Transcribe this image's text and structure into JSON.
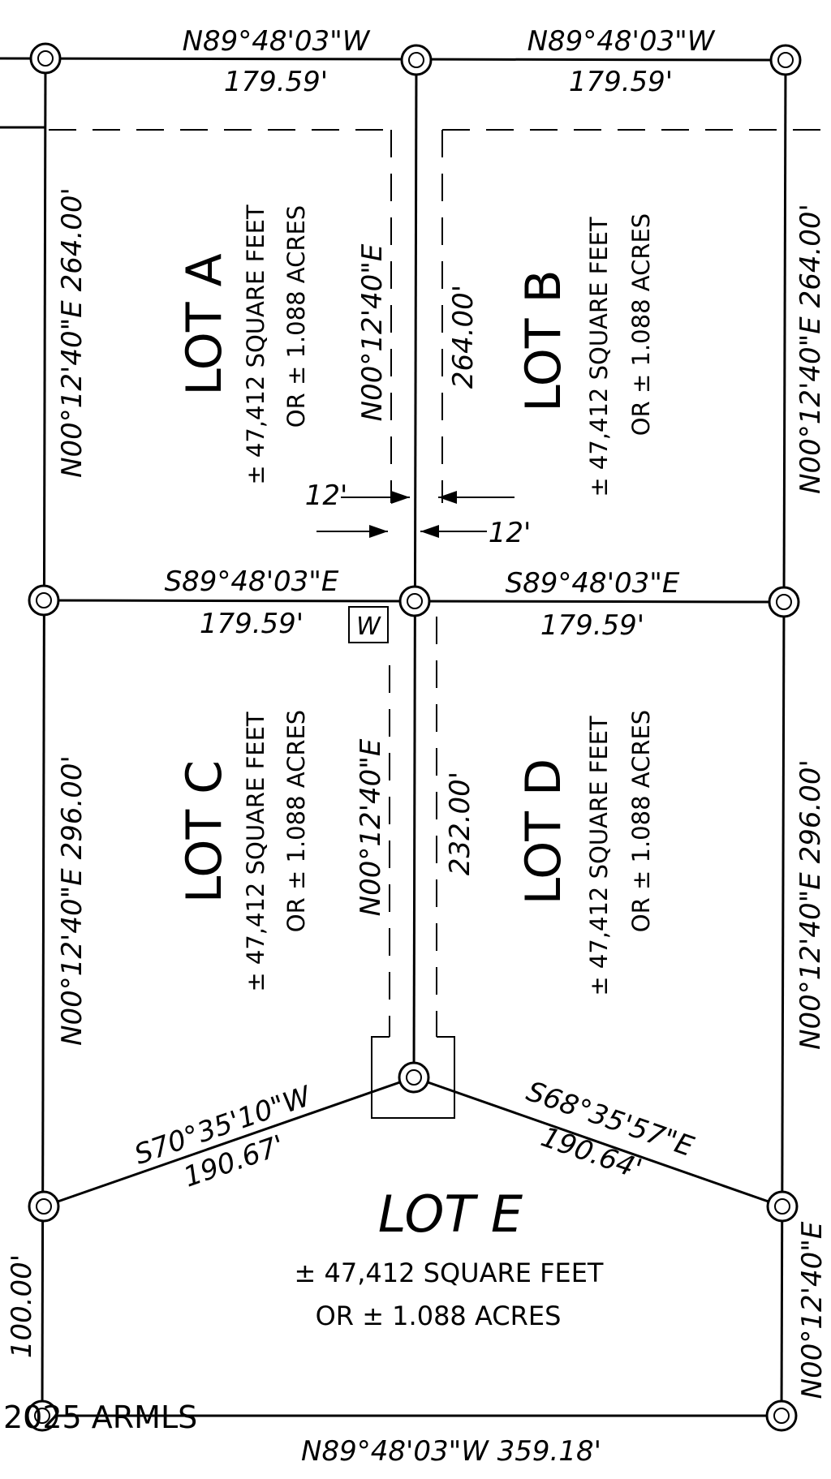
{
  "bearings": {
    "top_left": "N89°48'03\"W",
    "top_left_dist": "179.59'",
    "top_right": "N89°48'03\"W",
    "top_right_dist": "179.59'",
    "mid_left": "S89°48'03\"E",
    "mid_left_dist": "179.59'",
    "mid_right": "S89°48'03\"E",
    "mid_right_dist": "179.59'",
    "west_upper": "N00°12'40\"E 264.00'",
    "east_upper": "N00°12'40\"E 264.00'",
    "west_lower": "N00°12'40\"E 296.00'",
    "east_lower": "N00°12'40\"E 296.00'",
    "center_upper": "N00°12'40\"E",
    "center_upper_dist": "264.00'",
    "center_lower": "N00°12'40\"E",
    "center_lower_dist": "232.00'",
    "diag_left": "S70°35'10\"W",
    "diag_left_dist": "190.67'",
    "diag_right": "S68°35'57\"E",
    "diag_right_dist": "190.64'",
    "east_bottom": "N00°12'40\"E",
    "west_bottom_dist": "100.00'",
    "bottom": "N89°48'03\"W  359.18'"
  },
  "easement": {
    "left_width": "12'",
    "right_width": "12'",
    "marker": "W"
  },
  "lots": {
    "a": {
      "name": "LOT A",
      "sqft": "± 47,412  SQUARE FEET",
      "acres": "OR ±  1.088 ACRES"
    },
    "b": {
      "name": "LOT B",
      "sqft": "± 47,412  SQUARE FEET",
      "acres": "OR ±  1.088 ACRES"
    },
    "c": {
      "name": "LOT C",
      "sqft": "± 47,412  SQUARE FEET",
      "acres": "OR ±  1.088 ACRES"
    },
    "d": {
      "name": "LOT D",
      "sqft": "± 47,412  SQUARE FEET",
      "acres": "OR ±  1.088 ACRES"
    },
    "e": {
      "name": "LOT E",
      "sqft": "± 47,412  SQUARE FEET",
      "acres": "OR ±  1.088 ACRES"
    }
  },
  "watermark": "2025 ARMLS"
}
